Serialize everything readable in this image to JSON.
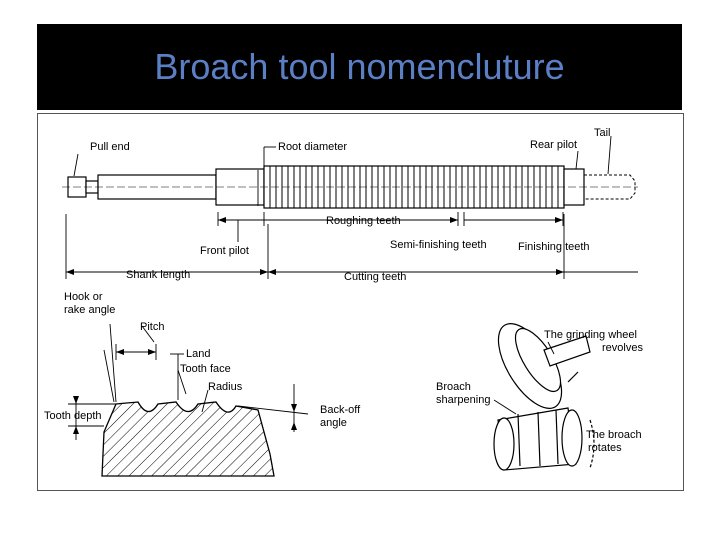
{
  "title": "Broach tool nomencluture",
  "labels": {
    "pull_end": "Pull end",
    "root_diameter": "Root diameter",
    "rear_pilot": "Rear pilot",
    "tail": "Tail",
    "roughing_teeth": "Roughing teeth",
    "front_pilot": "Front pilot",
    "semi_finishing_teeth": "Semi-finishing teeth",
    "finishing_teeth": "Finishing teeth",
    "shank_length": "Shank length",
    "cutting_teeth": "Cutting teeth",
    "hook_or": "Hook or",
    "rake_angle": "rake angle",
    "pitch": "Pitch",
    "land": "Land",
    "tooth_face": "Tooth face",
    "radius": "Radius",
    "tooth_depth": "Tooth depth",
    "back_off": "Back-off",
    "angle": "angle",
    "grinding_line1": "The grinding wheel",
    "grinding_line2": "revolves",
    "broach_line1": "Broach",
    "broach_line2": "sharpening",
    "rotates_line1": "The broach",
    "rotates_line2": "rotates"
  }
}
